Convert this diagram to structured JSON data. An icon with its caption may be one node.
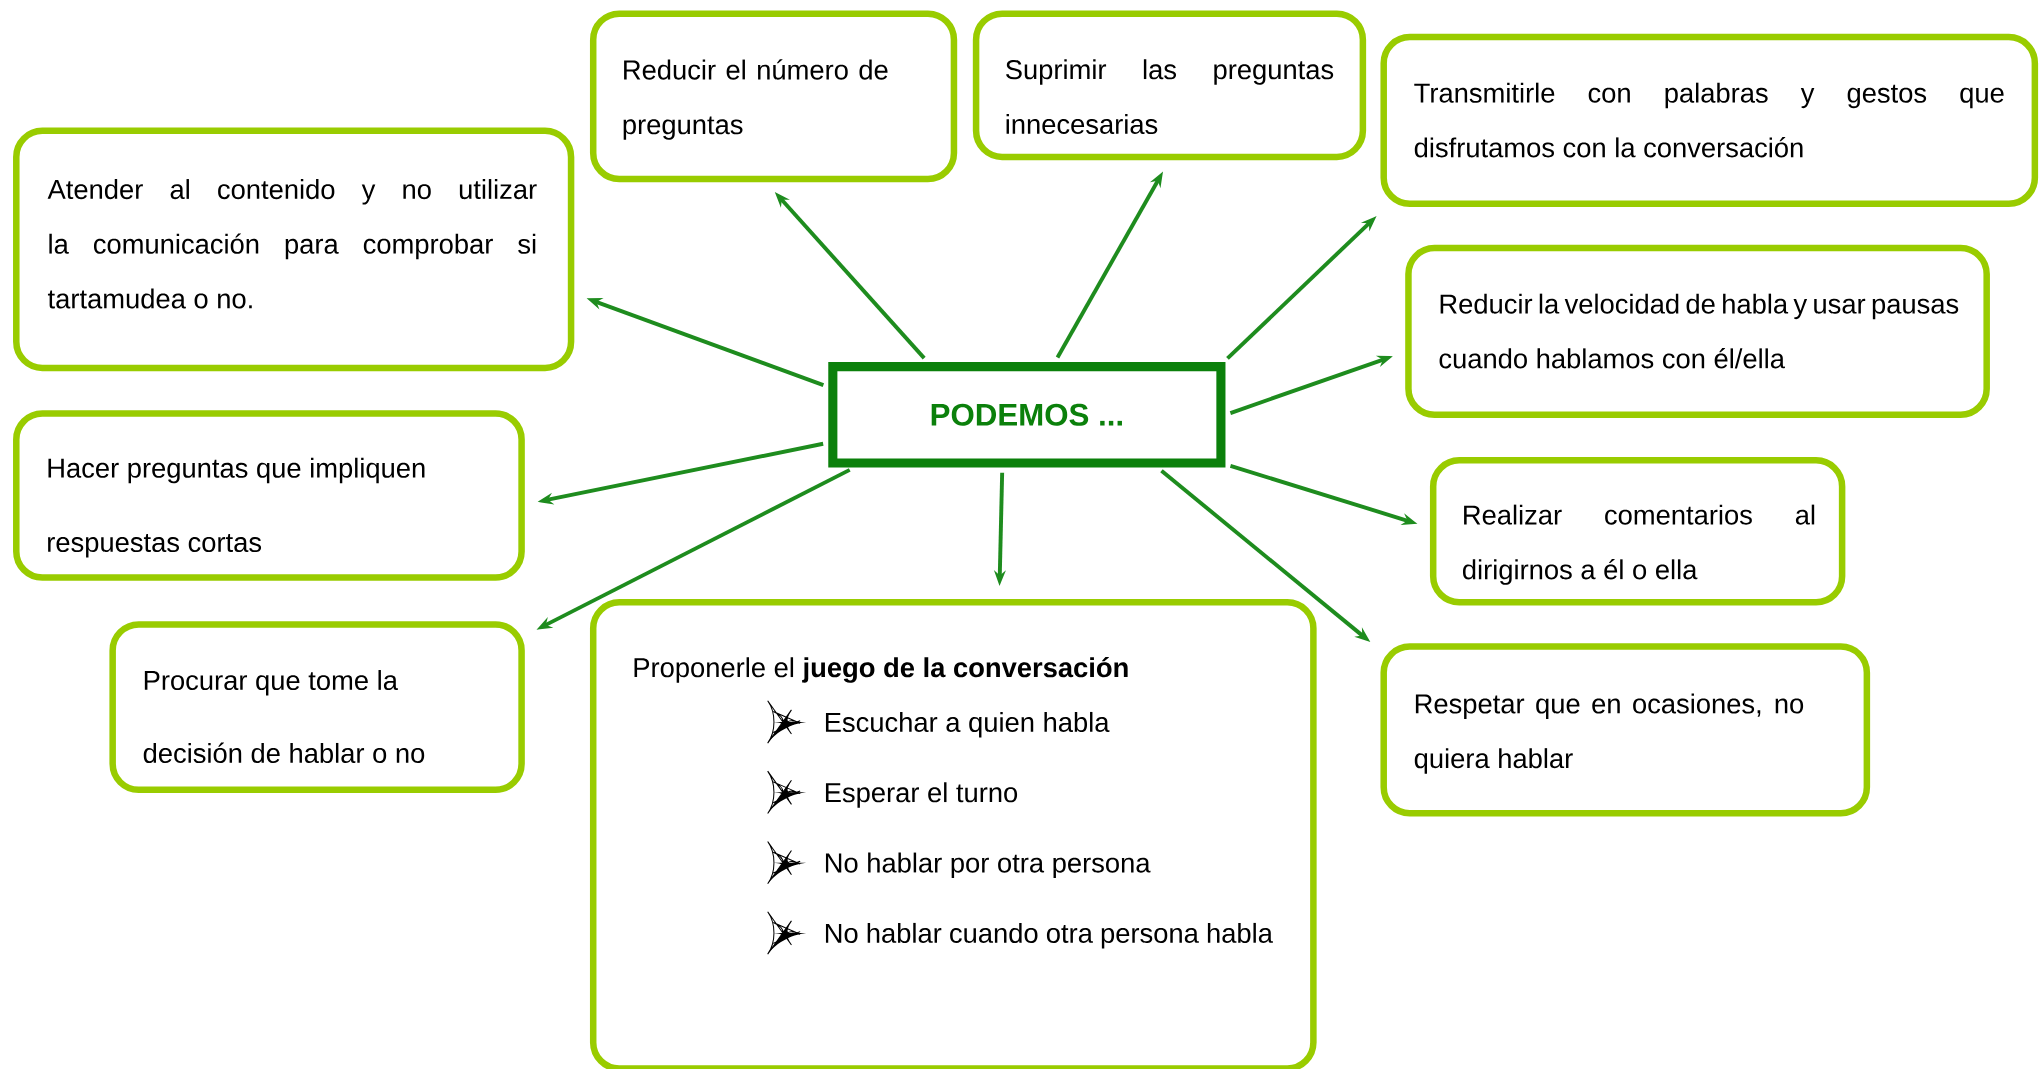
{
  "diagram": {
    "nodes": [
      {
        "text": [
          "PODEMOS ..."
        ]
      },
      {
        "text": [
          "Atender al contenido y no utilizar la comunicación para comprobar si tartamudea o no."
        ]
      },
      {
        "text": [
          "Reducir el número de preguntas"
        ]
      },
      {
        "text": [
          "Suprimir las preguntas innecesarias"
        ]
      },
      {
        "text": [
          "Transmitirle con palabras y gestos que disfrutamos con la conversación"
        ]
      },
      {
        "text": [
          "Reducir la velocidad de habla y usar pausas cuando hablamos con él/ella"
        ]
      },
      {
        "text": [
          "Hacer preguntas que impliquen respuestas cortas"
        ]
      },
      {
        "text": [
          "Realizar comentarios al dirigirnos a él o ella"
        ]
      },
      {
        "text": [
          "Procurar que tome la decisión de hablar o no"
        ]
      },
      {
        "text": [
          "Proponerle el **juego de la conversación**",
          "Escuchar a quien habla",
          "Esperar el turno",
          "No hablar por otra persona",
          "No hablar cuando otra persona habla"
        ]
      },
      {
        "text": [
          "Respetar que en ocasiones, no quiera hablar"
        ]
      }
    ],
    "edges": [
      {
        "from": 0,
        "to": 1,
        "arrow": "to"
      },
      {
        "from": 0,
        "to": 2,
        "arrow": "to"
      },
      {
        "from": 0,
        "to": 3,
        "arrow": "to"
      },
      {
        "from": 0,
        "to": 4,
        "arrow": "to"
      },
      {
        "from": 0,
        "to": 5,
        "arrow": "to"
      },
      {
        "from": 0,
        "to": 6,
        "arrow": "to"
      },
      {
        "from": 0,
        "to": 7,
        "arrow": "to"
      },
      {
        "from": 0,
        "to": 8,
        "arrow": "to"
      },
      {
        "from": 0,
        "to": 9,
        "arrow": "to"
      },
      {
        "from": 0,
        "to": 10,
        "arrow": "to"
      }
    ]
  }
}
